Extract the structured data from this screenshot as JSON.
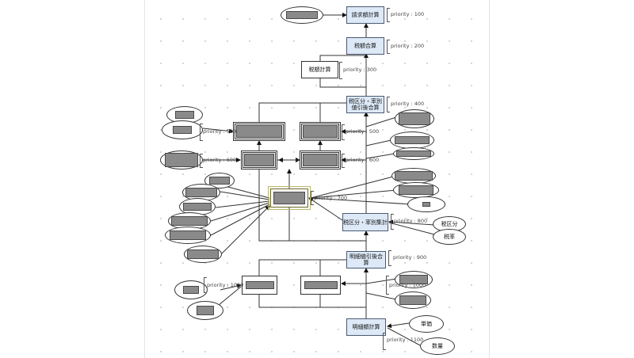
{
  "nodes": {
    "billing_calc": "請求額計算",
    "tax_total": "税額合算",
    "tax_calc": "税額計算",
    "tax_class_discount_total": "税区分・率別\n値引後合算",
    "tax_class_aggregate": "税区分・率別集計",
    "detail_discount_total": "明細値引後合算",
    "detail_amount_calc": "明細額計算"
  },
  "inputs": {
    "tax_class": "税区分",
    "tax_rate": "税率",
    "unit_price": "単価",
    "quantity": "数量"
  },
  "priorities": {
    "p100": "priority : 100",
    "p200": "priority : 200",
    "p300": "priority : 300",
    "p400": "priority : 400",
    "p500_left": "priority : 500",
    "p500_right": "priority : 500",
    "p600_left": "priority : 600",
    "p600_right": "priority : 600",
    "p700": "priority : 700",
    "p800": "priority : 800",
    "p900": "priority : 900",
    "p1000_left": "priority : 1000",
    "p1000_right": "priority : 1000",
    "p1100": "priority : 1100"
  },
  "colors": {
    "process_fill": "#dde9f7",
    "redacted": "#8a8a8a"
  }
}
